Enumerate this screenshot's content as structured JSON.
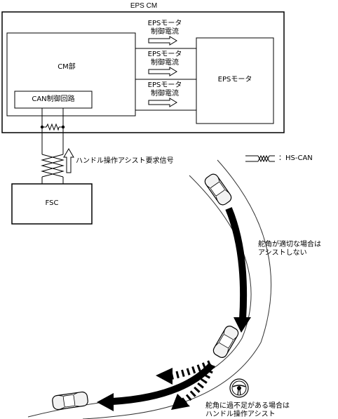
{
  "diagram": {
    "eps_cm_title": "EPS CM",
    "cm_unit_label": "CM部",
    "can_circuit_label": "CAN制御回路",
    "eps_motor_label": "EPSモータ",
    "current_labels": [
      {
        "line1": "EPSモータ",
        "line2": "制御電流"
      },
      {
        "line1": "EPSモータ",
        "line2": "制御電流"
      },
      {
        "line1": "EPSモータ",
        "line2": "制御電流"
      }
    ],
    "request_signal_label": "ハンドル操作アシスト要求信号",
    "fsc_label": "FSC",
    "legend_label": "：HS-CAN",
    "note_no_assist": {
      "line1": "舵角が適切な場合は",
      "line2": "アシストしない"
    },
    "note_assist": {
      "line1": "舵角に過不足がある場合は",
      "line2": "ハンドル操作アシスト"
    }
  },
  "colors": {
    "stroke": "#000000",
    "arrow_fill": "#000000",
    "road_line": "#333333",
    "car_body": "#f2f2f2"
  },
  "icons": {
    "steering": "steering-wheel-icon",
    "car": "car-top-view-icon",
    "resistor": "twisted-pair-icon"
  }
}
